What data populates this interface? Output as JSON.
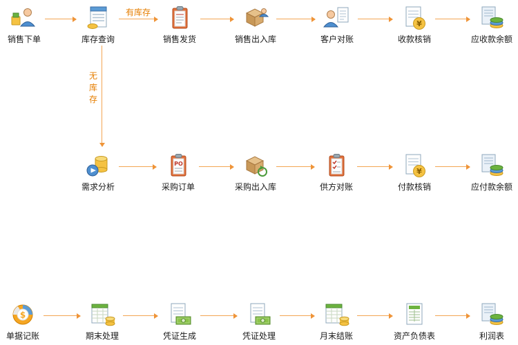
{
  "colors": {
    "connector": "#f3a552",
    "branch_text": "#e67e00",
    "label_text": "#1a1a1a",
    "background": "#ffffff"
  },
  "branches": {
    "has_stock": "有库存",
    "no_stock": "无库存"
  },
  "icon_glyphs": {
    "yen": "¥",
    "dollar": "$",
    "po": "PO"
  },
  "rows": [
    {
      "name": "sales-flow",
      "nodes": [
        {
          "label": "销售下单",
          "icon": "sales-order-icon"
        },
        {
          "label": "库存查询",
          "icon": "inventory-query-icon"
        },
        {
          "label": "销售发货",
          "icon": "sales-delivery-icon"
        },
        {
          "label": "销售出入库",
          "icon": "sales-inout-warehouse-icon"
        },
        {
          "label": "客户对账",
          "icon": "customer-reconciliation-icon"
        },
        {
          "label": "收款核销",
          "icon": "receipt-writeoff-icon"
        },
        {
          "label": "应收款余额",
          "icon": "receivables-balance-icon"
        }
      ]
    },
    {
      "name": "purchase-flow",
      "nodes": [
        {
          "label": "需求分析",
          "icon": "demand-analysis-icon"
        },
        {
          "label": "采购订单",
          "icon": "purchase-order-icon"
        },
        {
          "label": "采购出入库",
          "icon": "purchase-inout-warehouse-icon"
        },
        {
          "label": "供方对账",
          "icon": "supplier-reconciliation-icon"
        },
        {
          "label": "付款核销",
          "icon": "payment-writeoff-icon"
        },
        {
          "label": "应付款余额",
          "icon": "payables-balance-icon"
        }
      ]
    },
    {
      "name": "finance-flow",
      "nodes": [
        {
          "label": "单据记账",
          "icon": "document-bookkeeping-icon"
        },
        {
          "label": "期末处理",
          "icon": "period-end-processing-icon"
        },
        {
          "label": "凭证生成",
          "icon": "voucher-generation-icon"
        },
        {
          "label": "凭证处理",
          "icon": "voucher-processing-icon"
        },
        {
          "label": "月末结账",
          "icon": "month-end-closing-icon"
        },
        {
          "label": "资产负债表",
          "icon": "balance-sheet-icon"
        },
        {
          "label": "利润表",
          "icon": "profit-statement-icon"
        }
      ]
    }
  ]
}
